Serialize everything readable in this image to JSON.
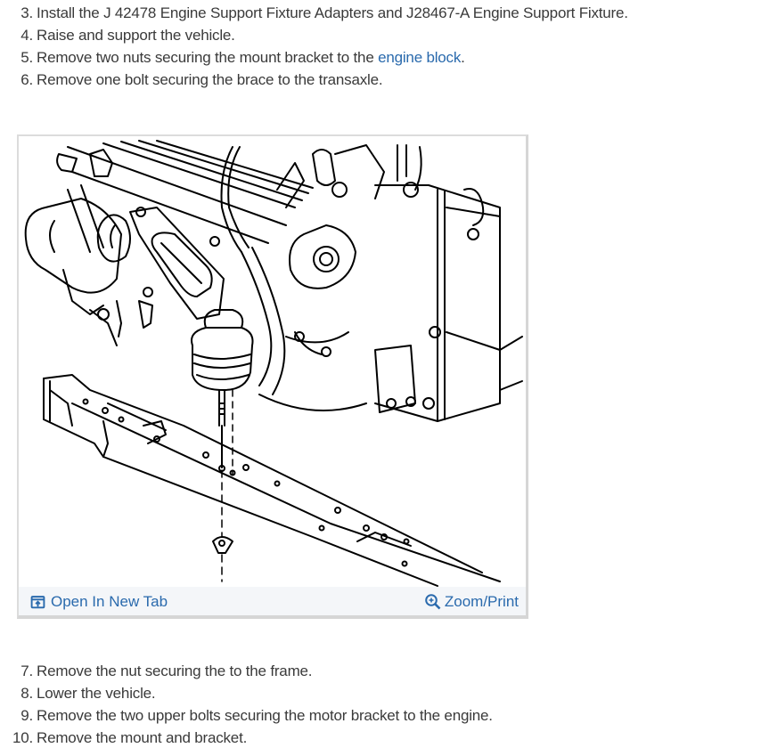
{
  "steps_top": [
    {
      "num": "3.",
      "text": "Install the J 42478 Engine Support Fixture Adapters and J28467-A Engine Support Fixture."
    },
    {
      "num": "4.",
      "text": "Raise and support the vehicle."
    },
    {
      "num": "5.",
      "text_before": "Remove two nuts securing the mount bracket to the ",
      "link": "engine block",
      "text_after": "."
    },
    {
      "num": "6.",
      "text": "Remove one bolt securing the brace to the transaxle."
    }
  ],
  "figure": {
    "image_alt": "Engine mount and frame crossmember exploded line diagram",
    "open_tab_label": "Open In New Tab",
    "open_tab_icon": "open-in-new-tab-icon",
    "zoom_label": "Zoom/Print",
    "zoom_icon": "zoom-in-icon"
  },
  "steps_bottom": [
    {
      "num": "7.",
      "text": "Remove the nut securing the to the frame."
    },
    {
      "num": "8.",
      "text": "Lower the vehicle."
    },
    {
      "num": "9.",
      "text": "Remove the two upper bolts securing the motor bracket to the engine."
    },
    {
      "num": "10.",
      "text": "Remove the mount and bracket."
    }
  ],
  "colors": {
    "text": "#3a3a3a",
    "link": "#2a6aad",
    "footer_bg": "#f4f6f9",
    "frame_border": "#dcdcdc"
  }
}
